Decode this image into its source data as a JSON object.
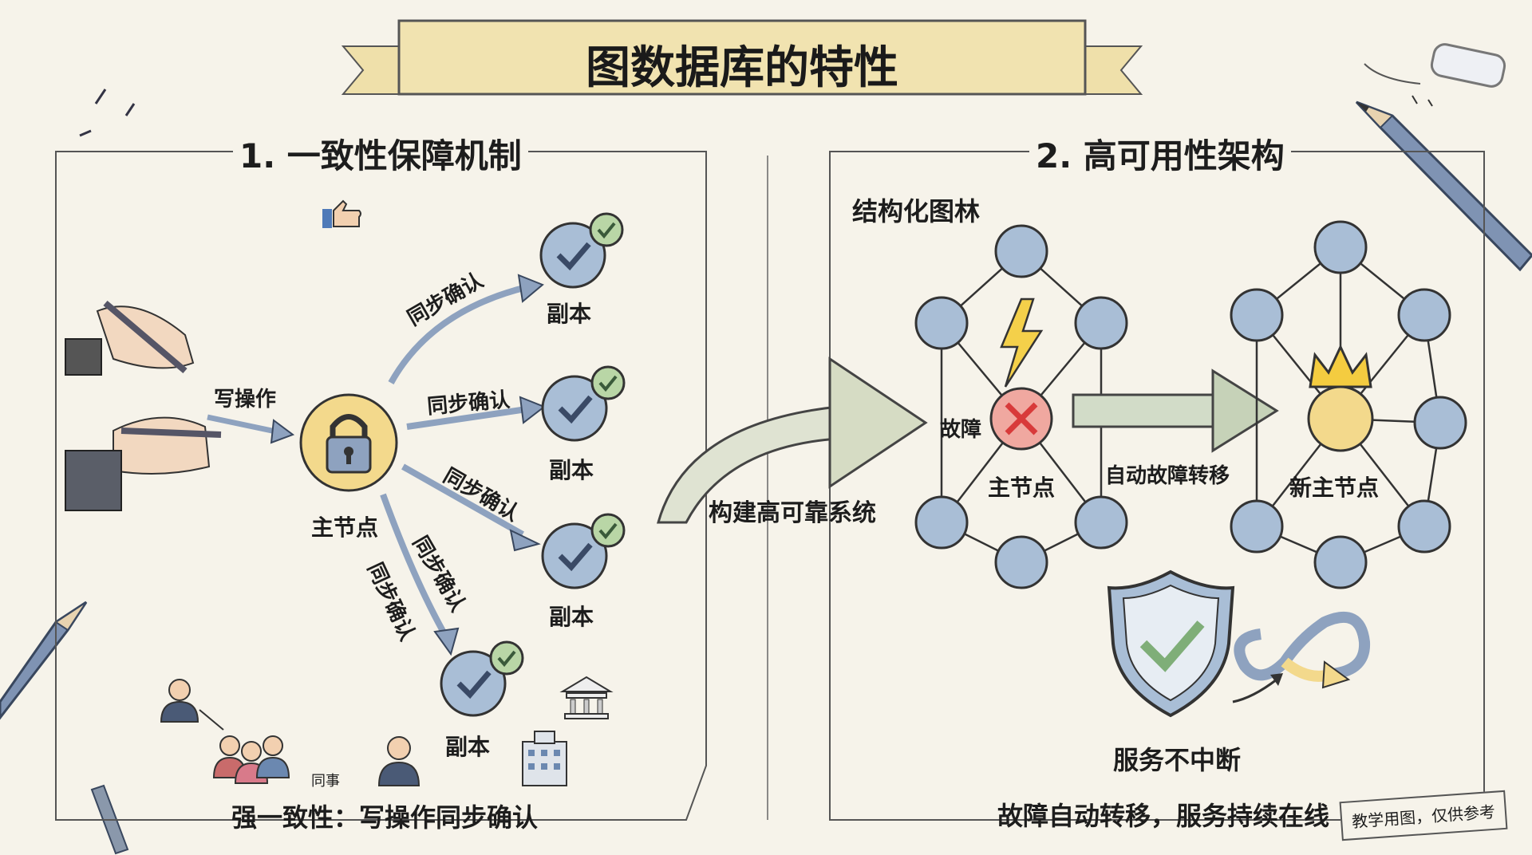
{
  "title": "图数据库的特性",
  "section1": {
    "heading": "1. 一致性保障机制",
    "write_label": "写操作",
    "master_label": "主节点",
    "sync_label": "同步确认",
    "replica_label": "副本",
    "colleague_label": "同事",
    "caption": "强一致性：写操作同步确认"
  },
  "bridge_label": "构建高可靠系统",
  "section2": {
    "heading": "2. 高可用性架构",
    "subheading": "结构化图林",
    "fault_label": "故障",
    "master_label": "主节点",
    "failover_label": "自动故障转移",
    "new_master_label": "新主节点",
    "service_label": "服务不中断",
    "caption": "故障自动转移，服务持续在线"
  },
  "footer_note": "教学用图，仅供参考",
  "colors": {
    "background": "#f6f3ea",
    "node_blue": "#a9bed6",
    "master_yellow": "#f3d98c",
    "fault_red": "#f0a8a0",
    "arrow_blue": "#8ea2bf",
    "check_green": "#7fae78",
    "banner": "#f1e3b0"
  },
  "icons": [
    "thumbs-up-icon",
    "lock-icon",
    "check-icon",
    "lightning-icon",
    "cross-icon",
    "crown-icon",
    "shield-icon",
    "infinity-arrows-icon",
    "pencil-icon",
    "eraser-icon",
    "hand-icon",
    "person-icon",
    "bank-icon",
    "building-icon"
  ]
}
